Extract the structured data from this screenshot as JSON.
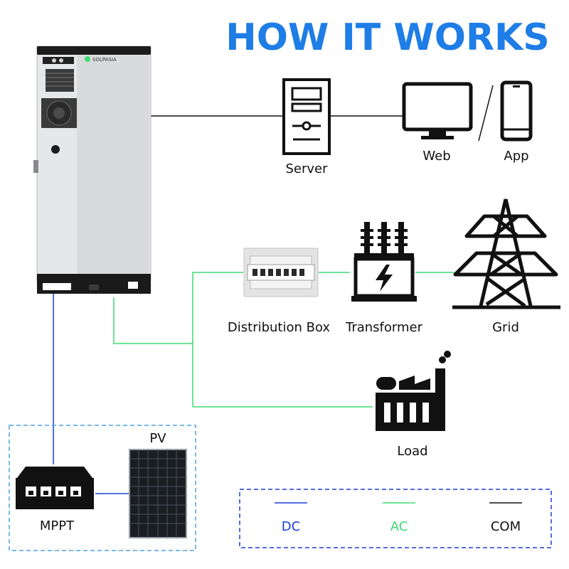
{
  "title": "HOW IT WORKS",
  "brand": "SOLPASIA",
  "nodes": {
    "server": "Server",
    "web": "Web",
    "app": "App",
    "distribution_box": "Distribution Box",
    "transformer": "Transformer",
    "grid": "Grid",
    "load": "Load",
    "pv": "PV",
    "mppt": "MPPT"
  },
  "legend": [
    {
      "label": "DC",
      "color": "#1a3fd6"
    },
    {
      "label": "AC",
      "color": "#3ddc74"
    },
    {
      "label": "COM",
      "color": "#111111"
    }
  ],
  "colors": {
    "title": "#1e7de6",
    "dc": "#1a3fd6",
    "ac": "#3ddc74",
    "com": "#111111",
    "frame": "#4aa3e0"
  }
}
